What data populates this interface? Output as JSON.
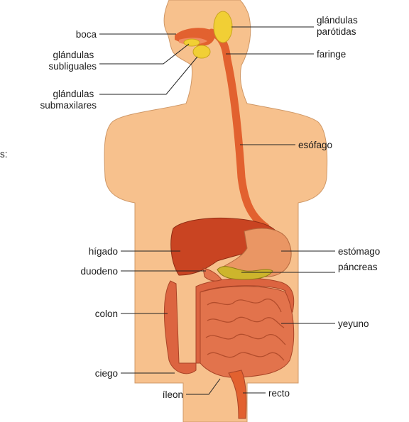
{
  "colors": {
    "skin": "#f7c18d",
    "skin_outline": "#cf9867",
    "tract": "#e2612f",
    "liver": "#c94422",
    "stomach": "#ea9664",
    "pancreas": "#cdb52c",
    "gland": "#f1cf35",
    "intestine": "#e2734c",
    "colon": "#dc6440"
  },
  "margin_fragment": "s:",
  "labels": {
    "boca": "boca",
    "glandulas_subliguales": [
      "glándulas",
      "subliguales"
    ],
    "glandulas_submaxilares": [
      "glándulas",
      "submaxilares"
    ],
    "glandulas_parotidas": [
      "glándulas",
      "parótidas"
    ],
    "faringe": "faringe",
    "esofago": "esófago",
    "higado": "hígado",
    "duodeno": "duodeno",
    "colon": "colon",
    "ciego": "ciego",
    "ileon": "íleon",
    "estomago": "estómago",
    "pancreas": "páncreas",
    "yeyuno": "yeyuno",
    "recto": "recto"
  }
}
